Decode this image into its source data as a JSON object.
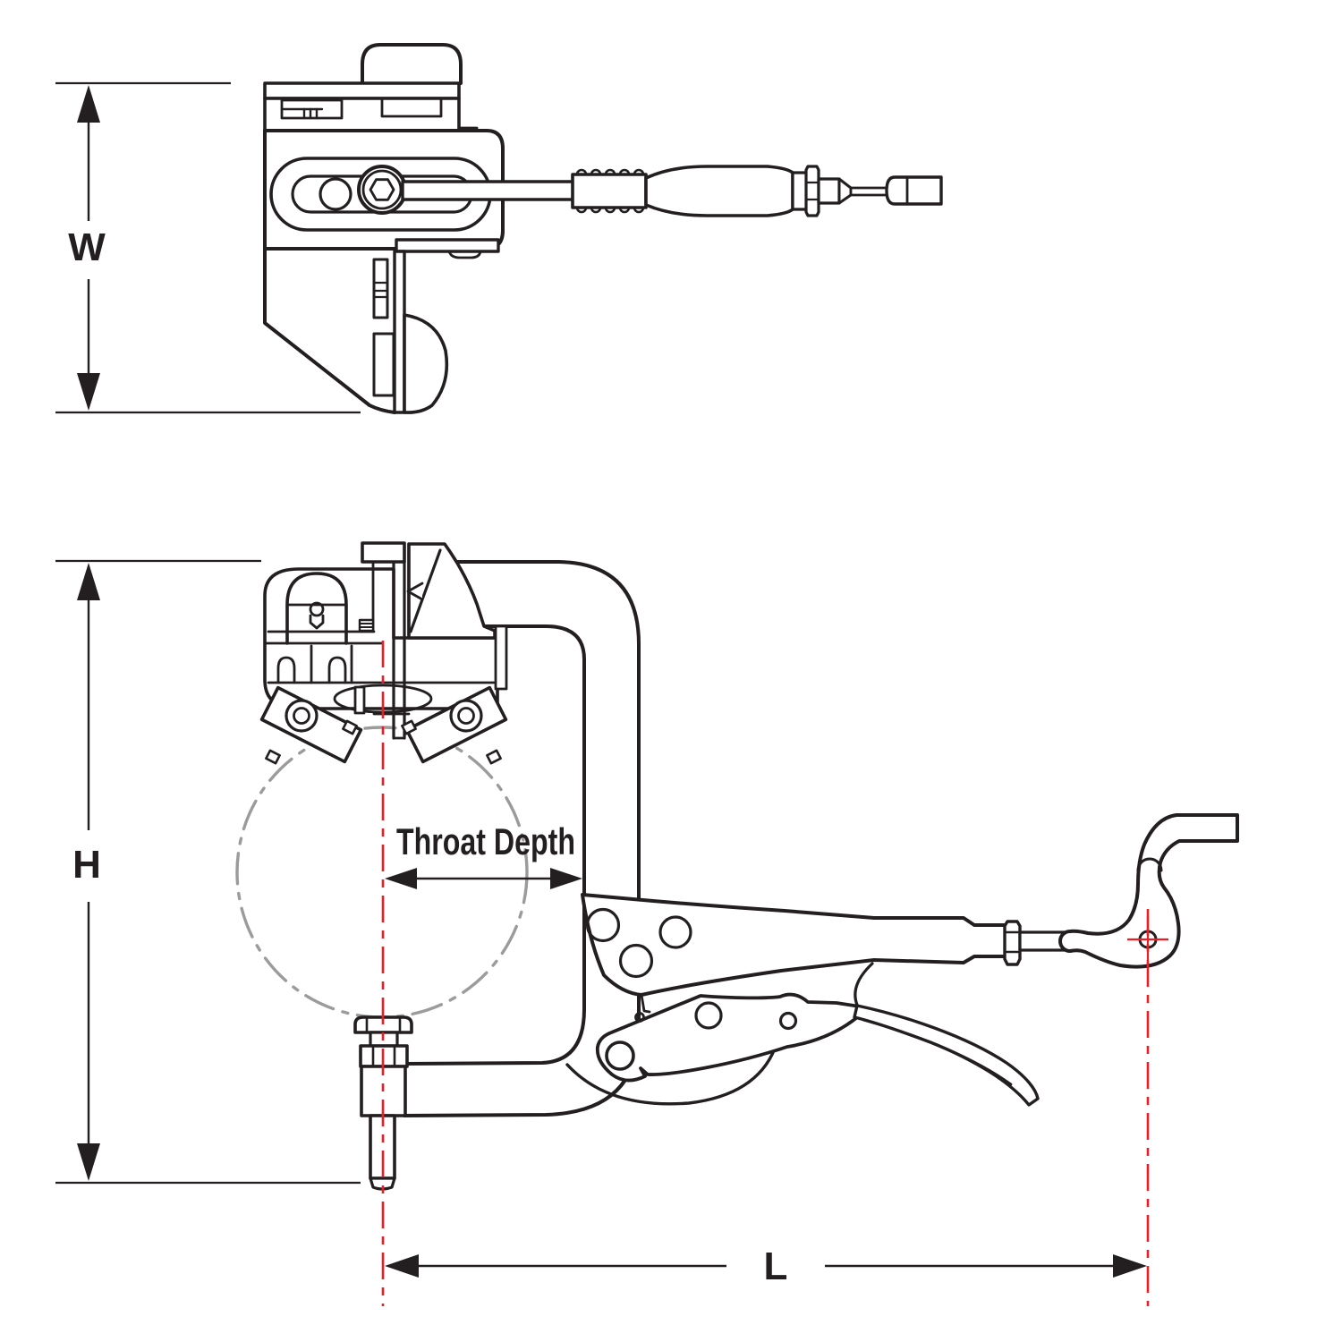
{
  "diagram": {
    "labels": {
      "width": "W",
      "height": "H",
      "throat_depth": "Throat Depth",
      "length": "L"
    },
    "colors": {
      "line": "#231f20",
      "dimension": "#231f20",
      "centerline": "#ee1c25",
      "workpiece": "#9b9b9b",
      "background": "#ffffff"
    }
  }
}
